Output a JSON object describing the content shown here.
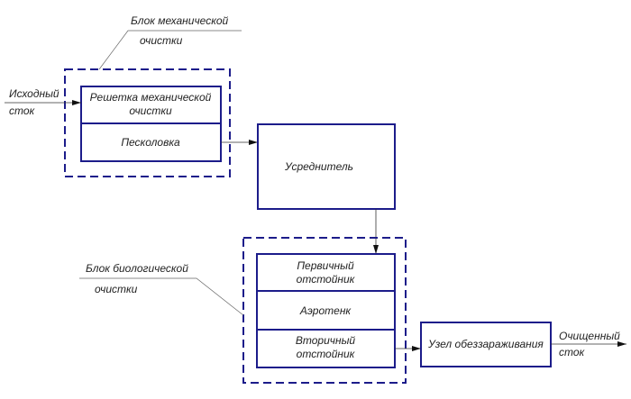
{
  "colors": {
    "block_stroke": "#1c1c8a",
    "text": "#222222"
  },
  "input_flow": {
    "line1": "Исходный",
    "line2": "сток"
  },
  "output_flow": {
    "line1": "Очищенный",
    "line2": "сток"
  },
  "mechanical_block": {
    "label_line1": "Блок механической",
    "label_line2": "очистки",
    "units": [
      {
        "line1": "Решетка механической",
        "line2": "очистки"
      },
      {
        "line1": "Песколовка"
      }
    ]
  },
  "equalizer": {
    "label": "Усреднитель"
  },
  "biological_block": {
    "label_line1": "Блок биологической",
    "label_line2": "очистки",
    "units": [
      {
        "line1": "Первичный",
        "line2": "отстойник"
      },
      {
        "line1": "Аэротенк"
      },
      {
        "line1": "Вторичный",
        "line2": "отстойник"
      }
    ]
  },
  "disinfection": {
    "label": "Узел обеззараживания"
  }
}
